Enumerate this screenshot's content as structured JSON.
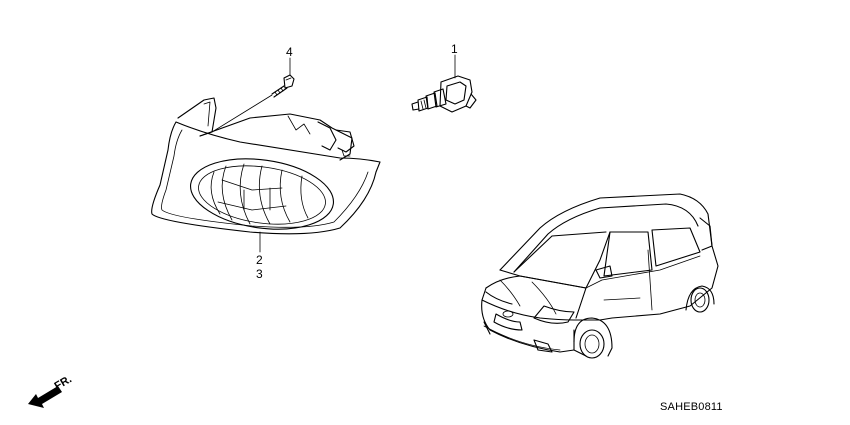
{
  "parts": [
    {
      "callout": "1",
      "icon": "halogen-bulb-icon"
    },
    {
      "callout": "2",
      "icon": "fog-light-assembly"
    },
    {
      "callout": "3",
      "icon": "fog-light-assembly"
    },
    {
      "callout": "4",
      "icon": "screw-icon"
    }
  ],
  "direction_marker": {
    "text": "FR.",
    "icon": "front-arrow-icon"
  },
  "diagram_code": "SAHEB0811"
}
